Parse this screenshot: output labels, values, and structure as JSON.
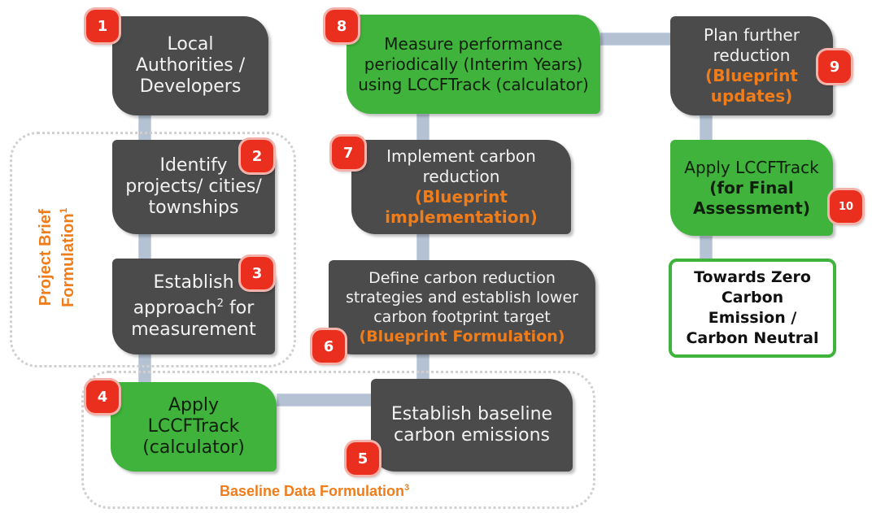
{
  "groups": {
    "project_brief": {
      "label": "Project Brief Formulation",
      "sup": "1"
    },
    "baseline": {
      "label": "Baseline Data Formulation",
      "sup": "3"
    }
  },
  "steps": {
    "s1": {
      "number": "1",
      "text": "Local Authorities / Developers"
    },
    "s2": {
      "number": "2",
      "text": "Identify projects/ cities/ townships"
    },
    "s3": {
      "number": "3",
      "text_a": "Establish approach",
      "sup": "2",
      "text_b": "for measurement"
    },
    "s4": {
      "number": "4",
      "text": "Apply LCCFTrack (calculator)"
    },
    "s5": {
      "number": "5",
      "text": "Establish baseline carbon emissions"
    },
    "s6": {
      "number": "6",
      "text": "Define carbon reduction strategies and establish lower carbon footprint target",
      "highlight": "(Blueprint Formulation)"
    },
    "s7": {
      "number": "7",
      "text": "Implement carbon reduction",
      "highlight": "(Blueprint implementation)"
    },
    "s8": {
      "number": "8",
      "text": "Measure performance periodically (Interim Years) using LCCFTrack (calculator)"
    },
    "s9": {
      "number": "9",
      "text": "Plan further reduction",
      "highlight": "(Blueprint updates)"
    },
    "s10": {
      "number": "10",
      "text_a": "Apply LCCFTrack",
      "text_b": "(for Final Assessment)"
    },
    "goal": {
      "text": "Towards Zero Carbon Emission / Carbon Neutral"
    }
  },
  "colors": {
    "dark_box": "#4b4b4b",
    "green_box": "#3fb33b",
    "badge": "#ea2f1f",
    "accent_orange": "#f07c1a",
    "connector": "#b4c2d4"
  }
}
